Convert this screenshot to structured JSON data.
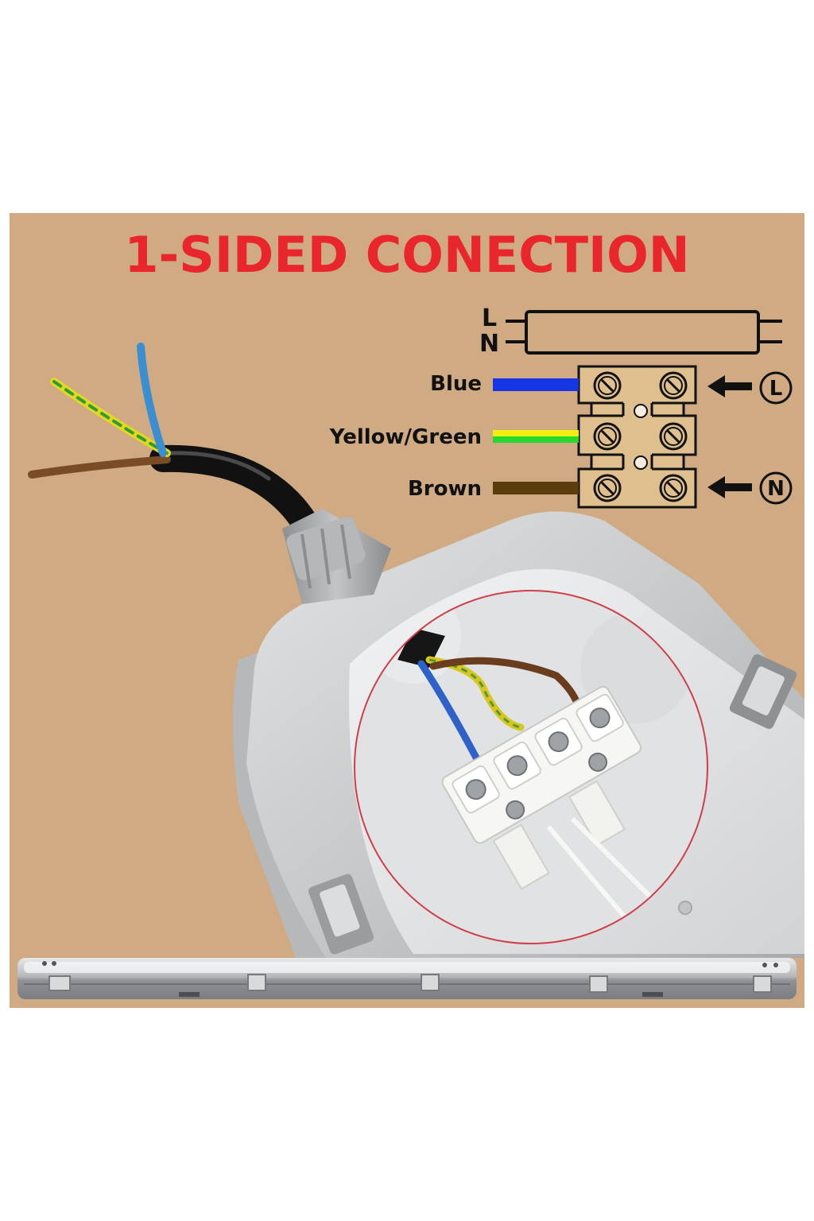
{
  "title": "1-SIDED CONECTION",
  "colors": {
    "background_panel": "#cfaa82",
    "title": "#e8262b",
    "blue_wire": "#1636e6",
    "yellow_green_wire_a": "#f2ee12",
    "yellow_green_wire_b": "#27d72d",
    "brown_wire": "#5a3c0d",
    "housing": "#c9cacb",
    "highlight_circle": "#cf3f48"
  },
  "diagram": {
    "tube_terminals": {
      "line": "L",
      "neutral": "N"
    },
    "wires": [
      {
        "label": "Blue",
        "color": "#1636e6"
      },
      {
        "label": "Yellow/Green",
        "color": "#2bd630"
      },
      {
        "label": "Brown",
        "color": "#5a3c0d"
      }
    ],
    "inputs": [
      {
        "symbol": "L",
        "row": 0
      },
      {
        "symbol": "N",
        "row": 2
      }
    ]
  }
}
